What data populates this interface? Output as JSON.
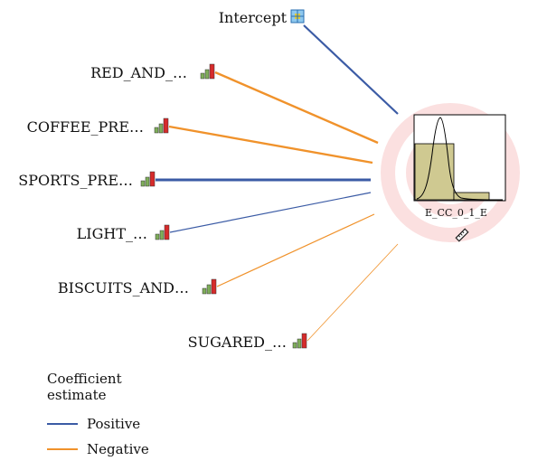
{
  "predictors": [
    {
      "id": "intercept",
      "label": "Intercept",
      "effect": "positive",
      "icon": "intercept-icon",
      "weight": "strong"
    },
    {
      "id": "red-and",
      "label": "RED_AND_…",
      "effect": "negative",
      "icon": "bar-chart-icon",
      "weight": "strong"
    },
    {
      "id": "coffee-pre",
      "label": "COFFEE_PRE…",
      "effect": "negative",
      "icon": "bar-chart-icon",
      "weight": "strong"
    },
    {
      "id": "sports-pre",
      "label": "SPORTS_PRE…",
      "effect": "positive",
      "icon": "bar-chart-icon",
      "weight": "strongest"
    },
    {
      "id": "light",
      "label": "LIGHT_…",
      "effect": "positive",
      "icon": "bar-chart-icon",
      "weight": "medium"
    },
    {
      "id": "biscuits-and",
      "label": "BISCUITS_AND…",
      "effect": "negative",
      "icon": "bar-chart-icon",
      "weight": "medium"
    },
    {
      "id": "sugared",
      "label": "SUGARED_…",
      "effect": "negative",
      "icon": "bar-chart-icon",
      "weight": "weak"
    }
  ],
  "target": {
    "label": "E_CC_0_1_E",
    "icon": "ruler-icon"
  },
  "legend": {
    "title_line1": "Coefficient",
    "title_line2": "estimate",
    "items": [
      {
        "label": "Positive",
        "color": "#3b5ba5"
      },
      {
        "label": "Negative",
        "color": "#f0922b"
      }
    ]
  },
  "colors": {
    "positive": "#3b5ba5",
    "negative": "#f0922b",
    "ring": "#fbe0e0",
    "histogram": "#cfc991"
  }
}
